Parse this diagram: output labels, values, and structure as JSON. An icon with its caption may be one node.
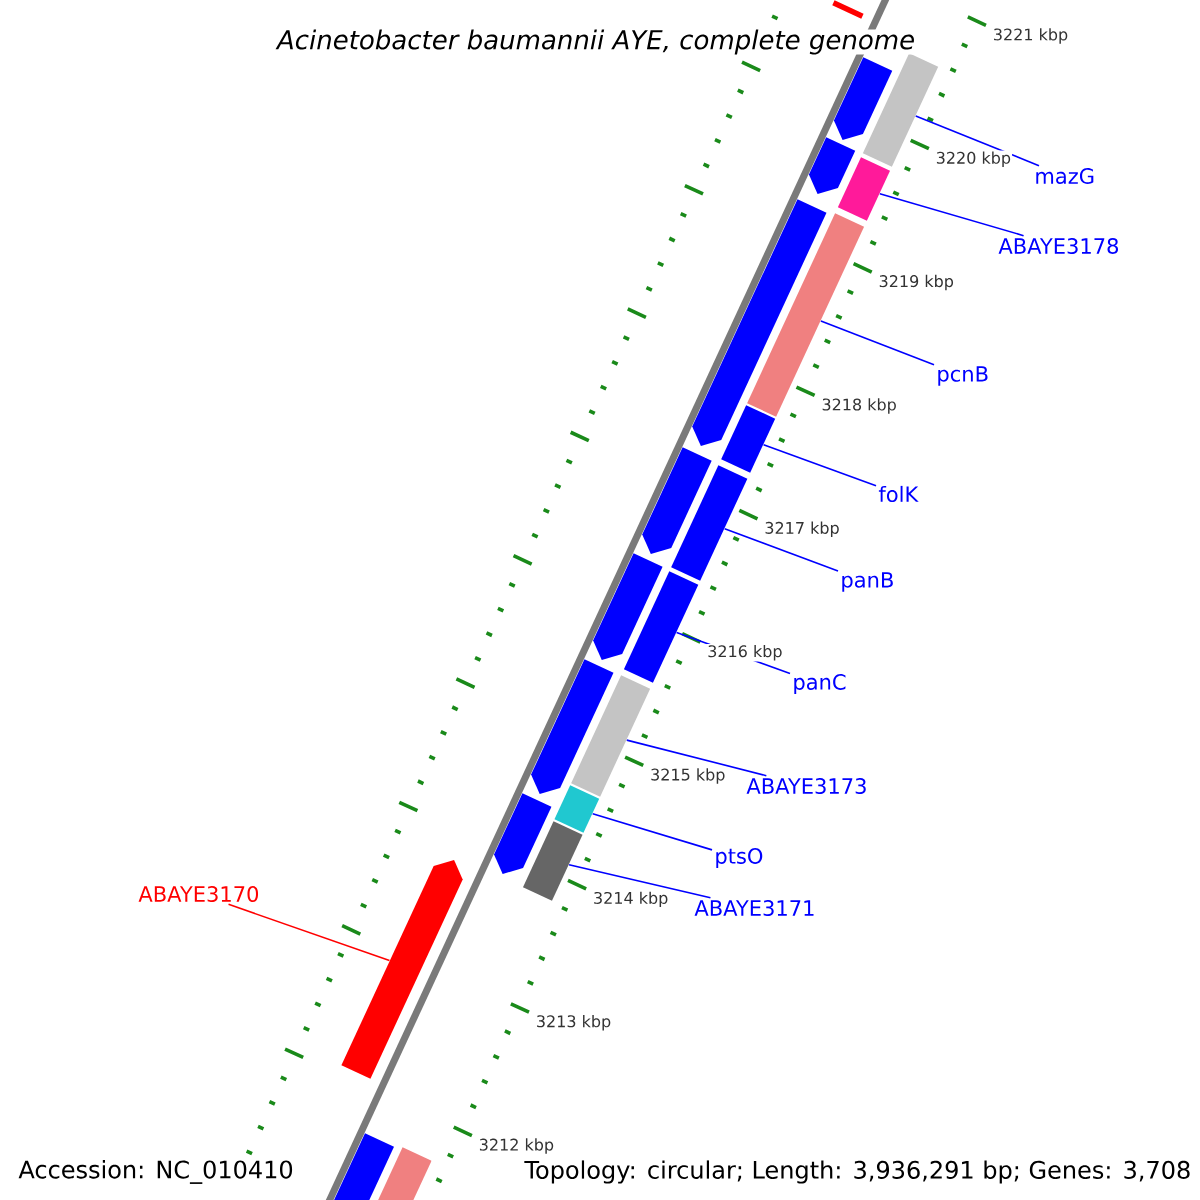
{
  "diagram": {
    "title": "Acinetobacter baumannii AYE, complete genome",
    "nodes": [
      {
        "text": [
          "mazG"
        ]
      },
      {
        "text": [
          "ABAYE3178"
        ]
      },
      {
        "text": [
          "pcnB"
        ]
      },
      {
        "text": [
          "folK"
        ]
      },
      {
        "text": [
          "panB"
        ]
      },
      {
        "text": [
          "panC"
        ]
      },
      {
        "text": [
          "ABAYE3173"
        ]
      },
      {
        "text": [
          "ptsO"
        ]
      },
      {
        "text": [
          "ABAYE3171"
        ]
      },
      {
        "text": [
          "ABAYE3170"
        ]
      },
      {
        "text": [],
        "shape": "bar"
      },
      {
        "text": [],
        "shape": "bar"
      },
      {
        "text": [],
        "shape": "bar"
      },
      {
        "text": [],
        "shape": "bar"
      },
      {
        "text": [],
        "shape": "bar"
      },
      {
        "text": [],
        "shape": "bar"
      },
      {
        "text": [],
        "shape": "bar"
      },
      {
        "text": [],
        "shape": "bar"
      },
      {
        "text": [],
        "shape": "bar"
      },
      {
        "text": [],
        "shape": "bar"
      },
      {
        "text": [],
        "shape": "bar"
      },
      {
        "text": [],
        "shape": "bar"
      },
      {
        "text": [],
        "shape": "bar"
      },
      {
        "text": [],
        "shape": "bar"
      },
      {
        "text": [],
        "shape": "bar"
      },
      {
        "text": [],
        "shape": "bar"
      },
      {
        "text": [],
        "shape": "bar"
      },
      {
        "text": [],
        "shape": "bar"
      },
      {
        "text": [],
        "shape": "bar"
      },
      {
        "text": [],
        "shape": "bar"
      }
    ],
    "edges": [
      {
        "from": 0,
        "to": 12,
        "arrow": "none"
      },
      {
        "from": 1,
        "to": 14,
        "arrow": "none"
      },
      {
        "from": 2,
        "to": 16,
        "arrow": "none"
      },
      {
        "from": 3,
        "to": 17,
        "arrow": "none"
      },
      {
        "from": 4,
        "to": 19,
        "arrow": "none"
      },
      {
        "from": 5,
        "to": 21,
        "arrow": "none"
      },
      {
        "from": 6,
        "to": 23,
        "arrow": "none"
      },
      {
        "from": 7,
        "to": 24,
        "arrow": "none"
      },
      {
        "from": 8,
        "to": 26,
        "arrow": "none"
      },
      {
        "from": 9,
        "to": 27,
        "arrow": "none",
        "color": "#ff0000"
      }
    ],
    "labels": [
      "3221 kbp",
      "3220 kbp",
      "3219 kbp",
      "3218 kbp",
      "3217 kbp",
      "3216 kbp",
      "3215 kbp",
      "3214 kbp",
      "3213 kbp",
      "3212 kbp",
      "Accession: NC_010410",
      "Topology: circular; Length: 3,936,291 bp; Genes: 3,708"
    ]
  }
}
